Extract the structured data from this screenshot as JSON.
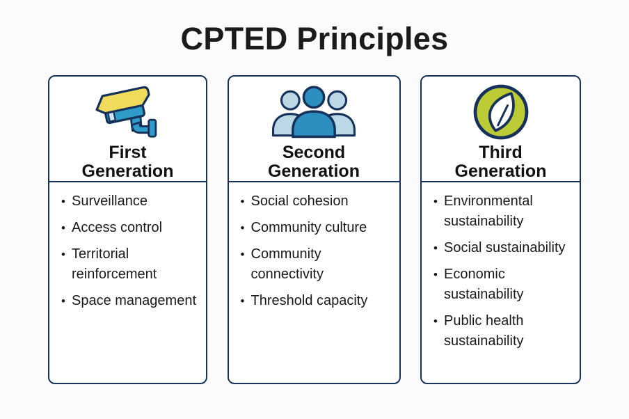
{
  "title": "CPTED Principles",
  "bullet_char": "•",
  "colors": {
    "page_bg": "#FBFBFB",
    "card_bg": "#FFFFFF",
    "outline_navy": "#16325B",
    "text": "#1A1A1A",
    "camera_blue": "#2E9BC9",
    "camera_yellow": "#F0DC5A",
    "light_blue": "#BCD8E7",
    "person_blue": "#2D8FBF",
    "leaf_green": "#BCCB35"
  },
  "cards": [
    {
      "title": "First Generation",
      "icon": "cctv-camera-icon",
      "items": [
        "Surveillance",
        "Access control",
        "Territorial reinforcement",
        "Space management"
      ]
    },
    {
      "title": "Second Generation",
      "icon": "people-group-icon",
      "items": [
        "Social cohesion",
        "Community culture",
        "Community connectivity",
        "Threshold capacity"
      ]
    },
    {
      "title": "Third Generation",
      "icon": "leaf-icon",
      "items": [
        "Environmental sustainability",
        "Social sustainability",
        "Economic sustainability",
        "Public health sustainability"
      ]
    }
  ]
}
